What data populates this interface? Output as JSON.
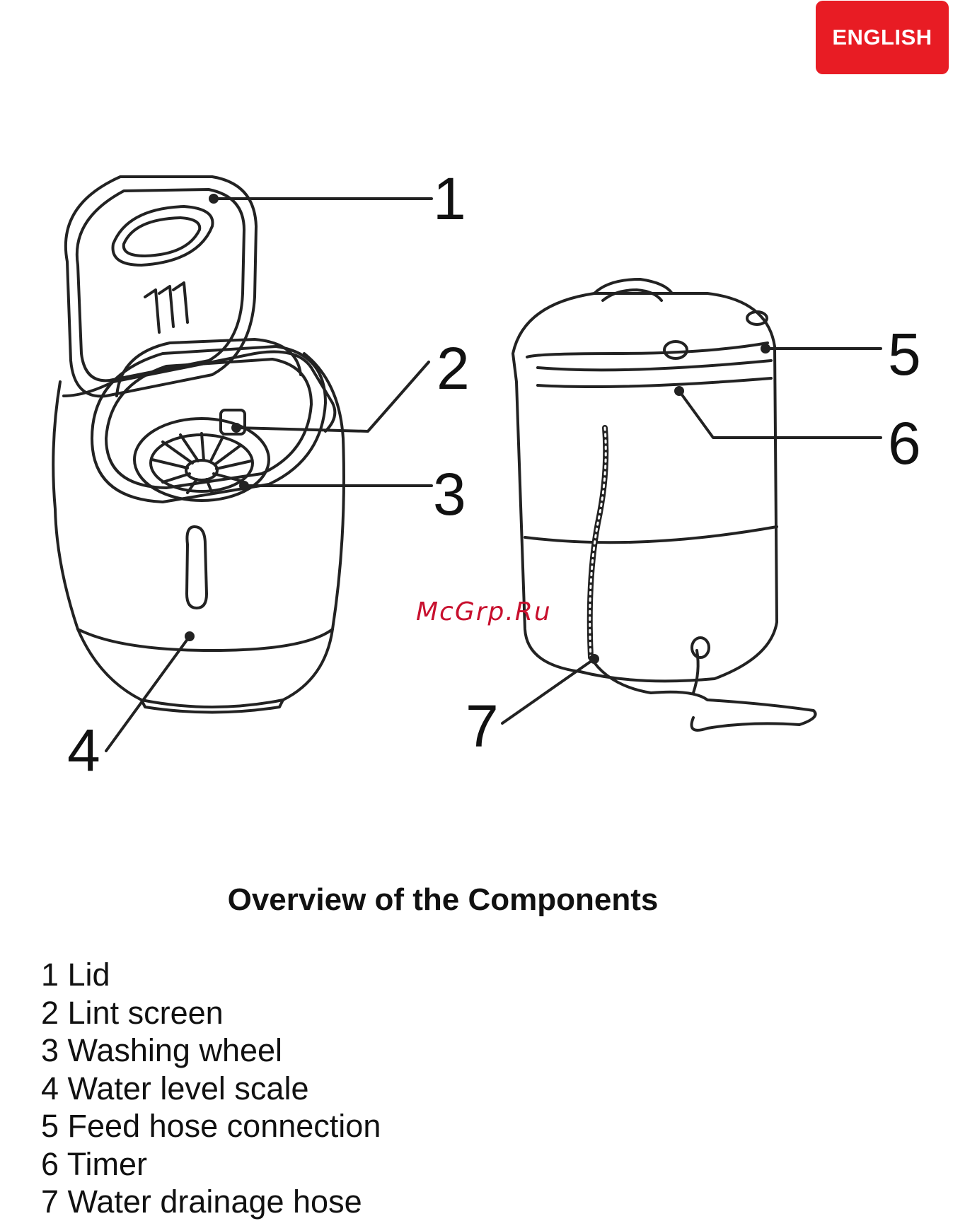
{
  "language_badge": "ENGLISH",
  "watermark": "McGrp.Ru",
  "callouts": [
    "1",
    "2",
    "3",
    "4",
    "5",
    "6",
    "7"
  ],
  "title": "Overview of the Components",
  "components": [
    "1 Lid",
    "2 Lint screen",
    "3 Washing wheel",
    "4 Water level scale",
    "5 Feed hose connection",
    "6 Timer",
    "7 Water drainage hose"
  ],
  "colors": {
    "badge": "#e81c24",
    "watermark": "#c8102e",
    "ink": "#111111"
  },
  "icons": [
    "washing-machine-open-illustration",
    "washing-machine-back-illustration"
  ]
}
